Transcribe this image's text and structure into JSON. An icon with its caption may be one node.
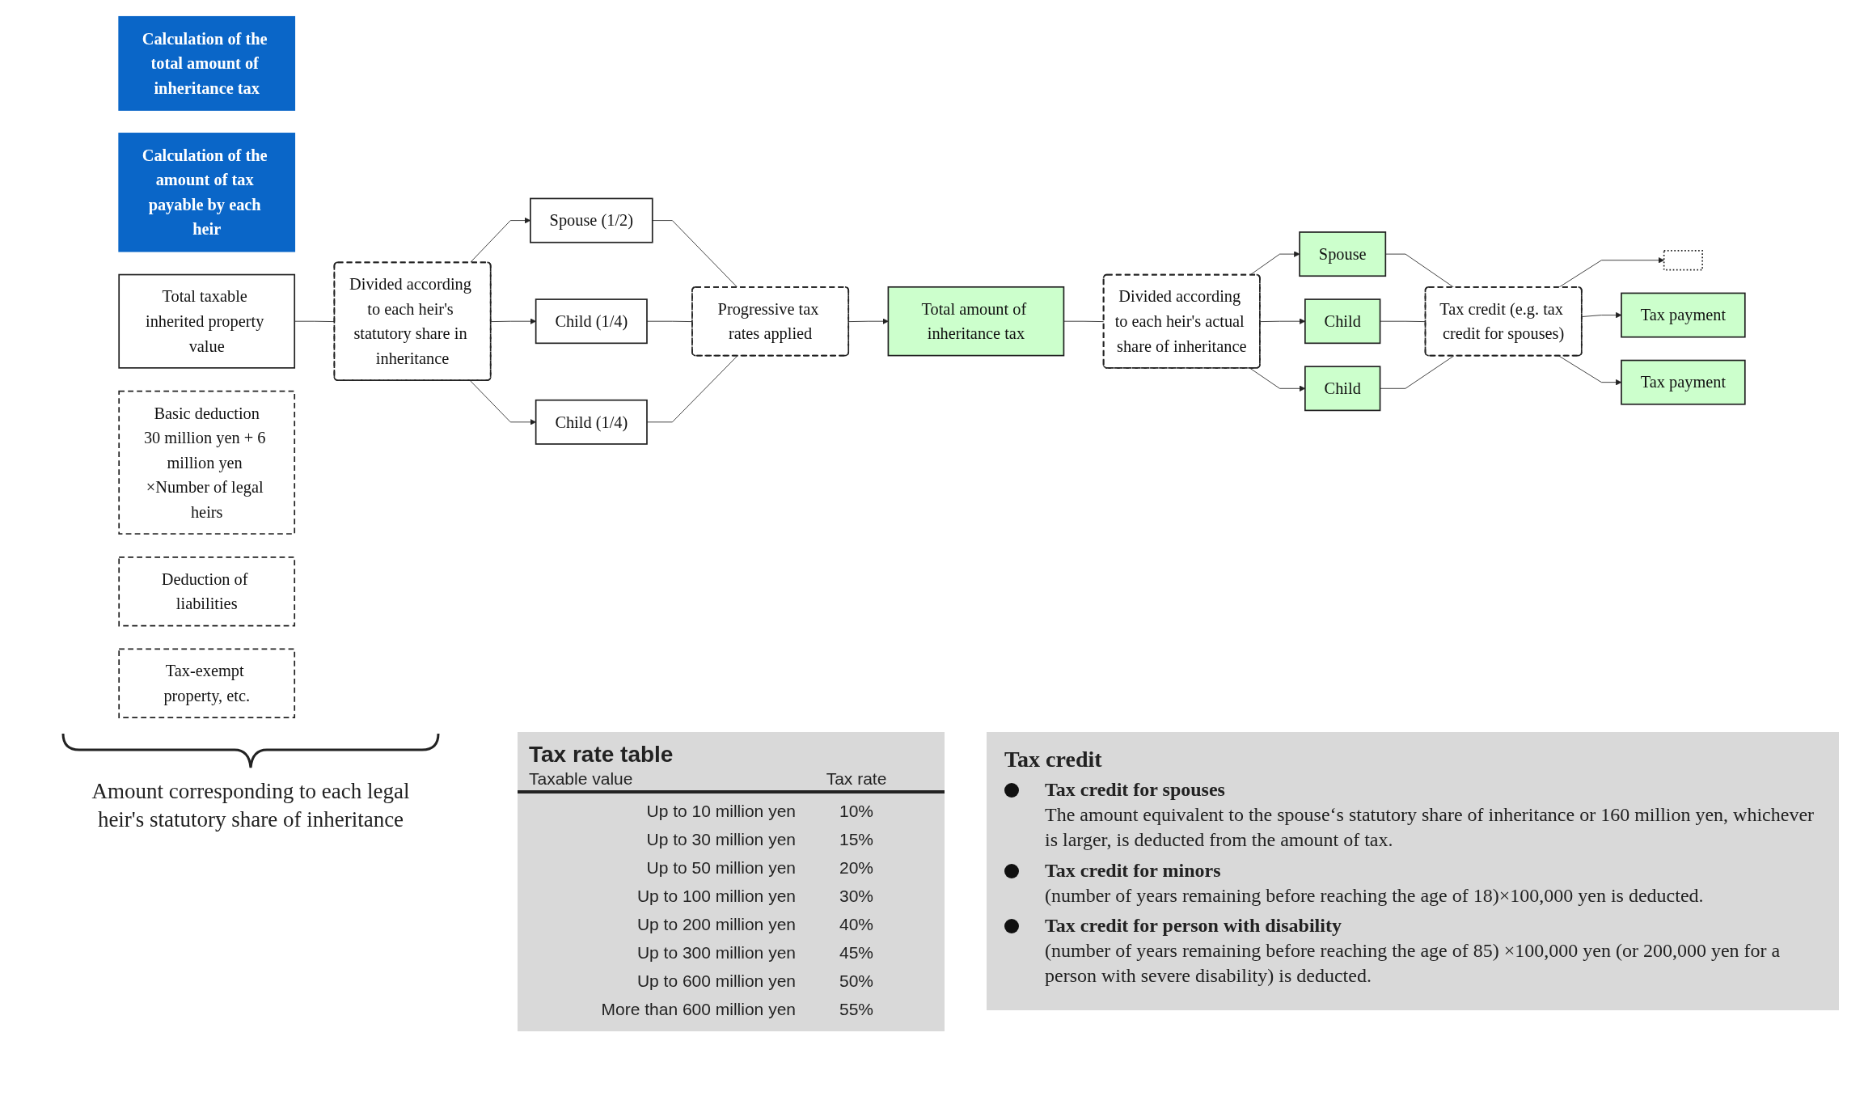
{
  "diagram": {
    "nodes": [
      {
        "text": [
          "Calculation of the total amount of inheritance tax"
        ]
      },
      {
        "text": [
          "Calculation of the amount of tax payable by each heir"
        ]
      },
      {
        "text": [
          "Total taxable inherited property value"
        ]
      },
      {
        "text": [
          "Basic deduction",
          "30 million yen + 6 million yen ×Number of legal heirs"
        ]
      },
      {
        "text": [
          "Deduction of liabilities"
        ]
      },
      {
        "text": [
          "Tax-exempt property, etc."
        ]
      },
      {
        "text": [
          "Divided according to each heir's statutory share in inheritance"
        ]
      },
      {
        "text": [
          "Spouse (1/2)"
        ]
      },
      {
        "text": [
          "Child (1/4)"
        ]
      },
      {
        "text": [
          "Child (1/4)"
        ]
      },
      {
        "text": [
          "Progressive tax rates applied"
        ]
      },
      {
        "text": [
          "Total amount of inheritance tax"
        ]
      },
      {
        "text": [
          "Divided according to each heir's actual share of inheritance"
        ]
      },
      {
        "text": [
          "Spouse"
        ]
      },
      {
        "text": [
          "Child"
        ]
      },
      {
        "text": [
          "Child"
        ]
      },
      {
        "text": [
          "Tax credit (e.g. tax credit for spouses)"
        ]
      },
      {
        "text": [],
        "shape": "box"
      },
      {
        "text": [
          "Tax payment"
        ]
      },
      {
        "text": [
          "Tax payment"
        ]
      }
    ],
    "edges": [
      {
        "from": 2,
        "to": 6,
        "arrow": "none"
      },
      {
        "from": 6,
        "to": 7,
        "arrow": "to"
      },
      {
        "from": 6,
        "to": 8,
        "arrow": "to"
      },
      {
        "from": 6,
        "to": 9,
        "arrow": "to"
      },
      {
        "from": 7,
        "to": 10,
        "arrow": "none"
      },
      {
        "from": 8,
        "to": 10,
        "arrow": "none"
      },
      {
        "from": 9,
        "to": 10,
        "arrow": "none"
      },
      {
        "from": 10,
        "to": 11,
        "arrow": "to"
      },
      {
        "from": 11,
        "to": 12,
        "arrow": "none"
      },
      {
        "from": 12,
        "to": 13,
        "arrow": "to"
      },
      {
        "from": 12,
        "to": 14,
        "arrow": "to"
      },
      {
        "from": 12,
        "to": 15,
        "arrow": "to"
      },
      {
        "from": 13,
        "to": 16,
        "arrow": "none"
      },
      {
        "from": 14,
        "to": 16,
        "arrow": "none"
      },
      {
        "from": 15,
        "to": 16,
        "arrow": "none"
      },
      {
        "from": 16,
        "to": 17,
        "arrow": "to"
      },
      {
        "from": 16,
        "to": 18,
        "arrow": "to"
      },
      {
        "from": 16,
        "to": 19,
        "arrow": "to"
      }
    ],
    "labels": [
      "Amount corresponding to each legal heir's statutory share of inheritance",
      "Tax rate table",
      "Taxable value",
      "Tax rate",
      "Up to 10 million yen",
      "10%",
      "Up to 30 million yen",
      "15%",
      "Up to 50 million yen",
      "20%",
      "Up to 100 million yen",
      "30%",
      "Up to 200 million yen",
      "40%",
      "Up to 300 million yen",
      "45%",
      "Up to 600 million yen",
      "50%",
      "More than 600 million yen",
      "55%",
      "Tax credit",
      "Tax credit for spouses",
      "The amount equivalent to the spouse‘s statutory share of inheritance or 160 million yen, whichever is larger, is deducted from the amount of tax.",
      "Tax credit for minors",
      "(number of years remaining before reaching the age of 18)×100,000 yen is deducted.",
      "Tax credit for person with disability",
      "(number of years remaining before reaching the age of 85) ×100,000 yen (or 200,000 yen for a person with severe disability) is deducted."
    ]
  }
}
